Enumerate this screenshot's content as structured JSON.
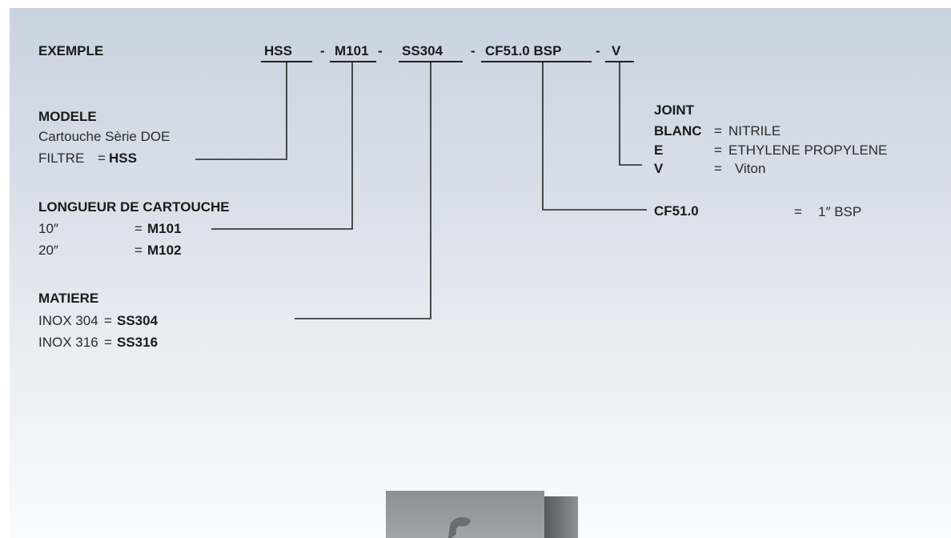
{
  "example": {
    "label": "EXEMPLE",
    "codes": [
      "HSS",
      "-",
      "M101",
      "-",
      "SS304",
      "-",
      "CF51.0 BSP",
      "-",
      "V"
    ]
  },
  "modele": {
    "heading": "MODELE",
    "line1": "Cartouche Sèrie DOE",
    "filtre_label": "FILTRE",
    "eq": "=",
    "filtre_code": "HSS"
  },
  "longueur": {
    "heading": "LONGUEUR DE CARTOUCHE",
    "rows": [
      {
        "size": "10″",
        "eq": "=",
        "code": "M101"
      },
      {
        "size": "20″",
        "eq": "=",
        "code": "M102"
      }
    ]
  },
  "matiere": {
    "heading": "MATIERE",
    "rows": [
      {
        "label": "INOX 304",
        "eq": "=",
        "code": "SS304"
      },
      {
        "label": "INOX 316",
        "eq": "=",
        "code": "SS316"
      }
    ]
  },
  "joint": {
    "heading": "JOINT",
    "rows": [
      {
        "code": "BLANC",
        "eq": "=",
        "value": "NITRILE"
      },
      {
        "code": "E",
        "eq": "=",
        "value": "ETHYLENE PROPYLENE"
      },
      {
        "code": "V",
        "eq": "=",
        "value": "Viton"
      }
    ]
  },
  "connection": {
    "code": "CF51.0",
    "eq": "=",
    "value": "1″ BSP"
  },
  "colors": {
    "background_top": "#c9d3e0",
    "background_bottom": "#fafbfd",
    "text": "#1a1a1a",
    "lines": "#222222"
  }
}
